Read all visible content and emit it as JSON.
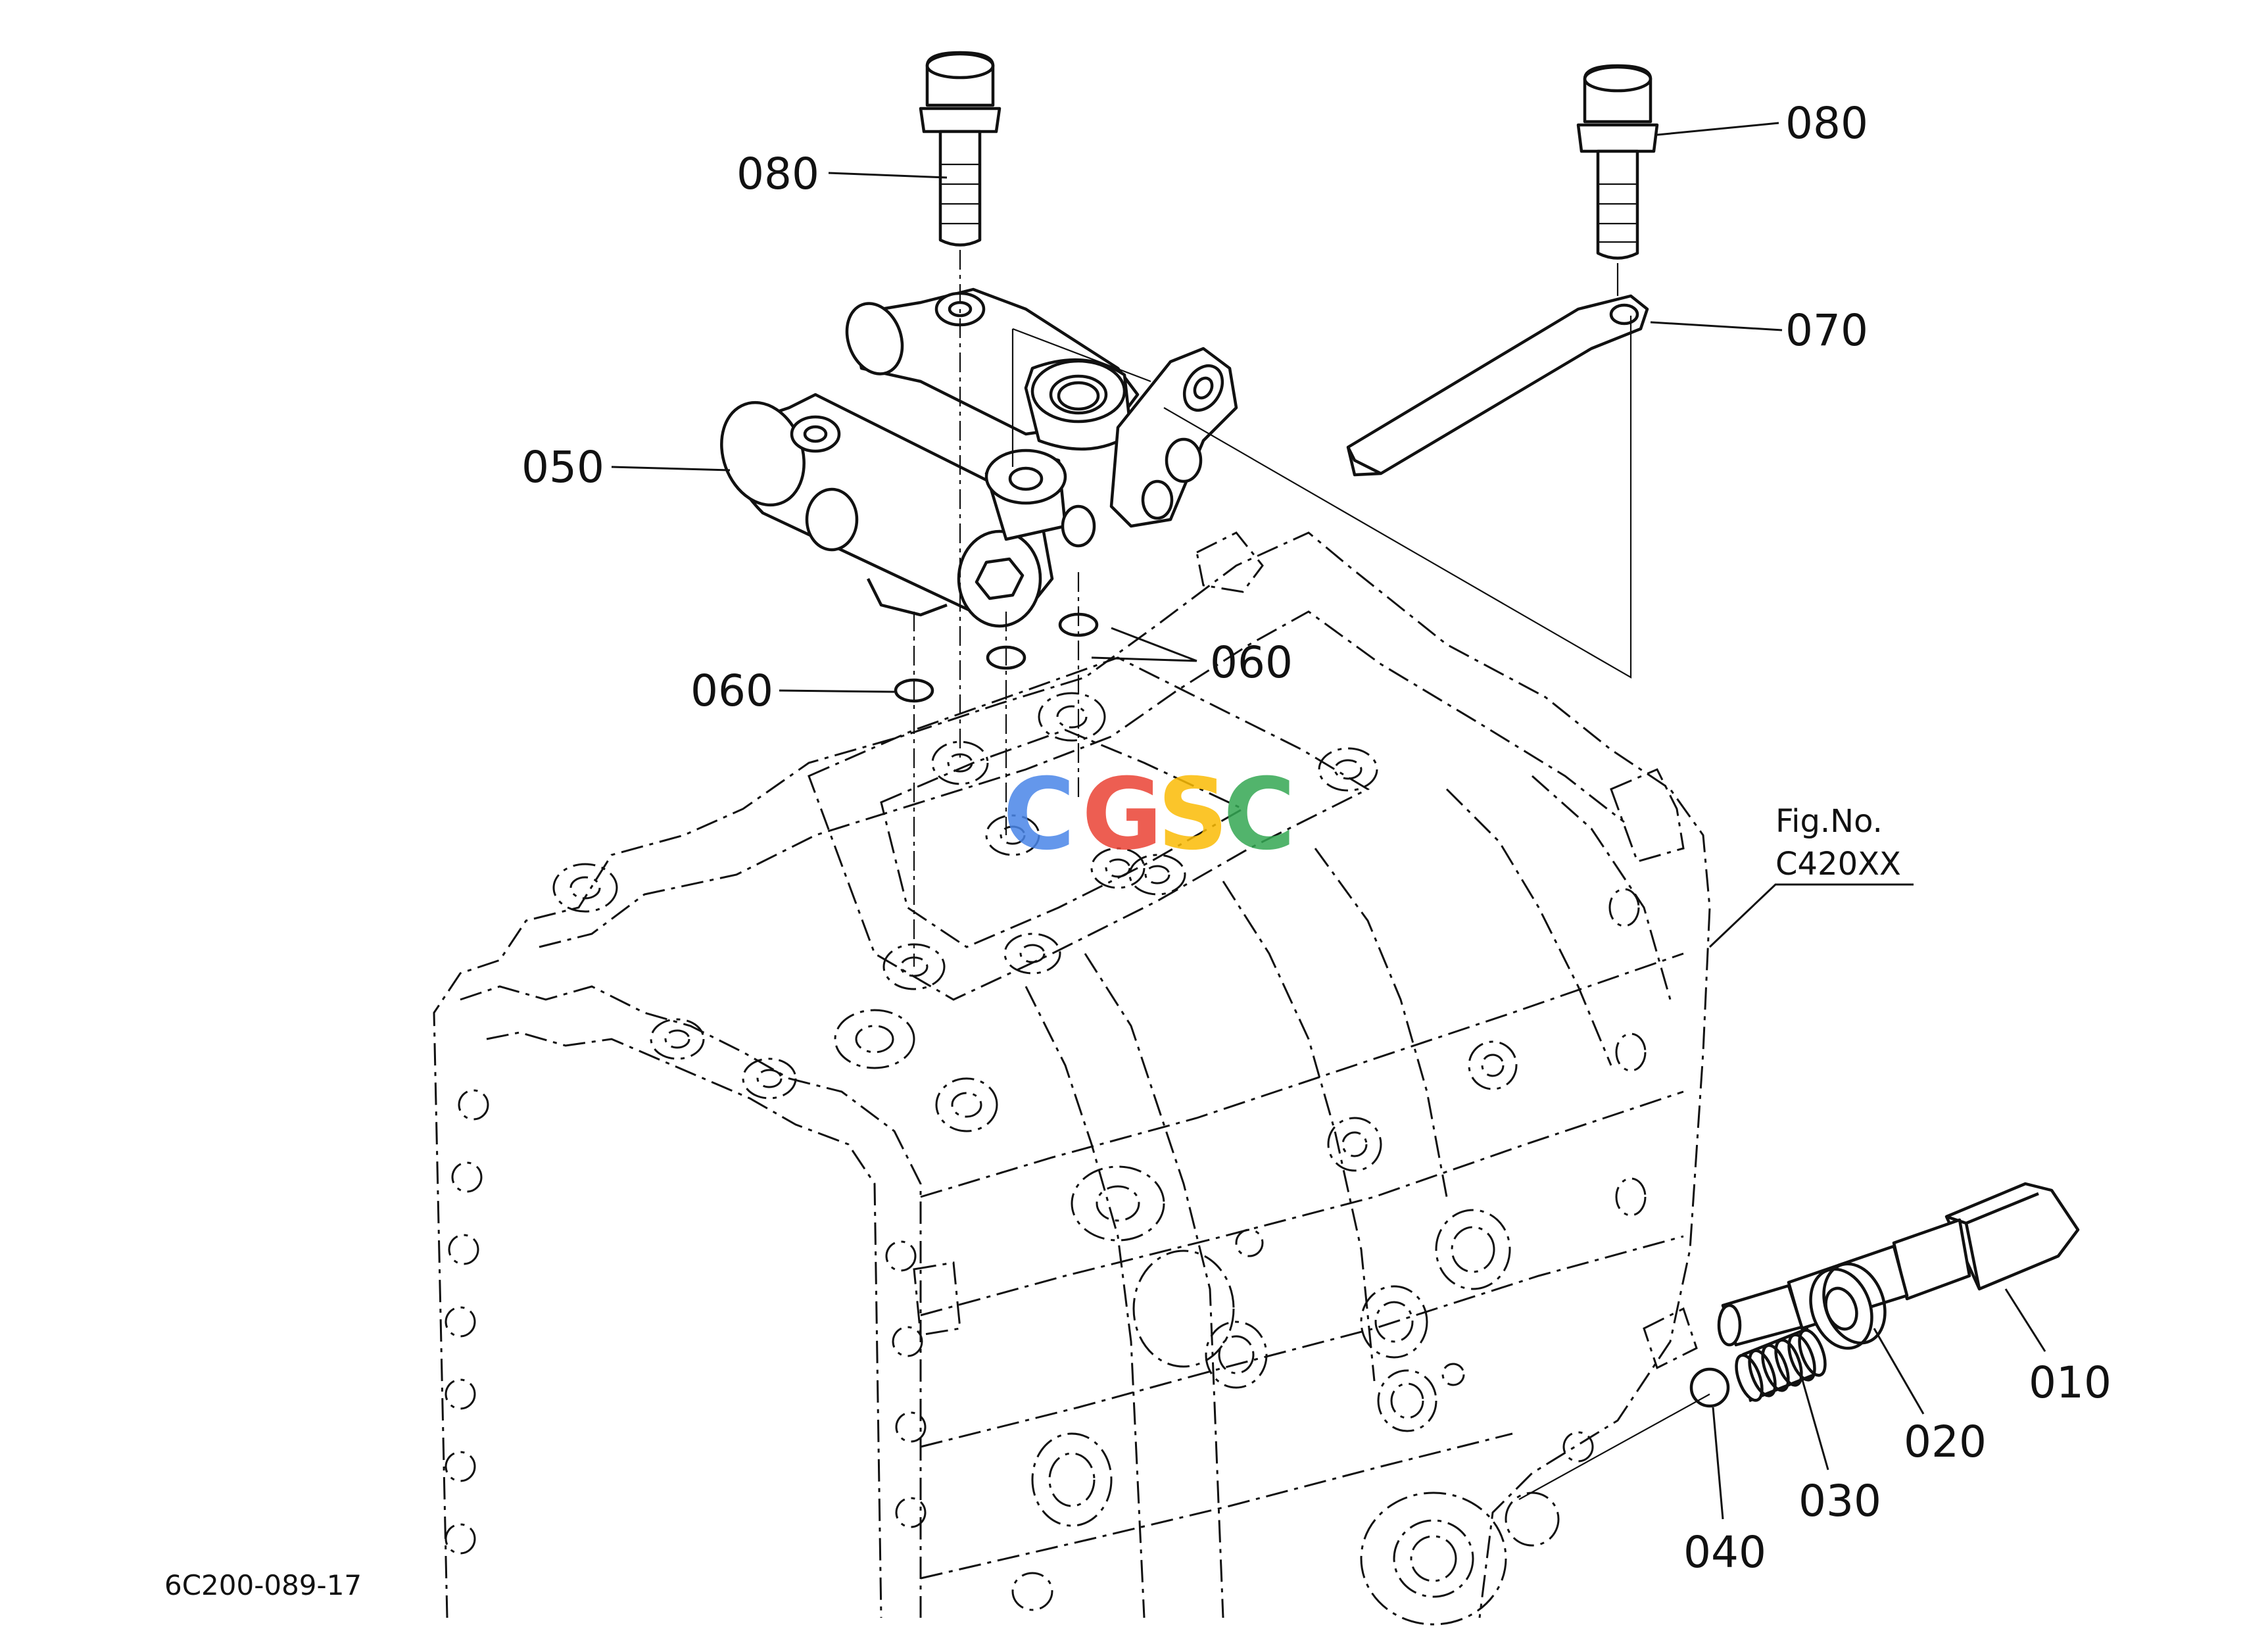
{
  "diagram": {
    "figure_code": "6C200-089-17",
    "figure_ref_label": "Fig.No.",
    "figure_ref_value": "C420XX",
    "watermark": {
      "letters": [
        "C",
        "G",
        "S",
        "C"
      ],
      "colors": [
        "#4a86e8",
        "#ea4335",
        "#fbbc05",
        "#34a853"
      ]
    },
    "callouts": [
      {
        "id": "080-left",
        "label": "080"
      },
      {
        "id": "080-right",
        "label": "080"
      },
      {
        "id": "070",
        "label": "070"
      },
      {
        "id": "050",
        "label": "050"
      },
      {
        "id": "060-left",
        "label": "060"
      },
      {
        "id": "060-right",
        "label": "060"
      },
      {
        "id": "010",
        "label": "010"
      },
      {
        "id": "020",
        "label": "020"
      },
      {
        "id": "030",
        "label": "030"
      },
      {
        "id": "040",
        "label": "040"
      }
    ]
  }
}
